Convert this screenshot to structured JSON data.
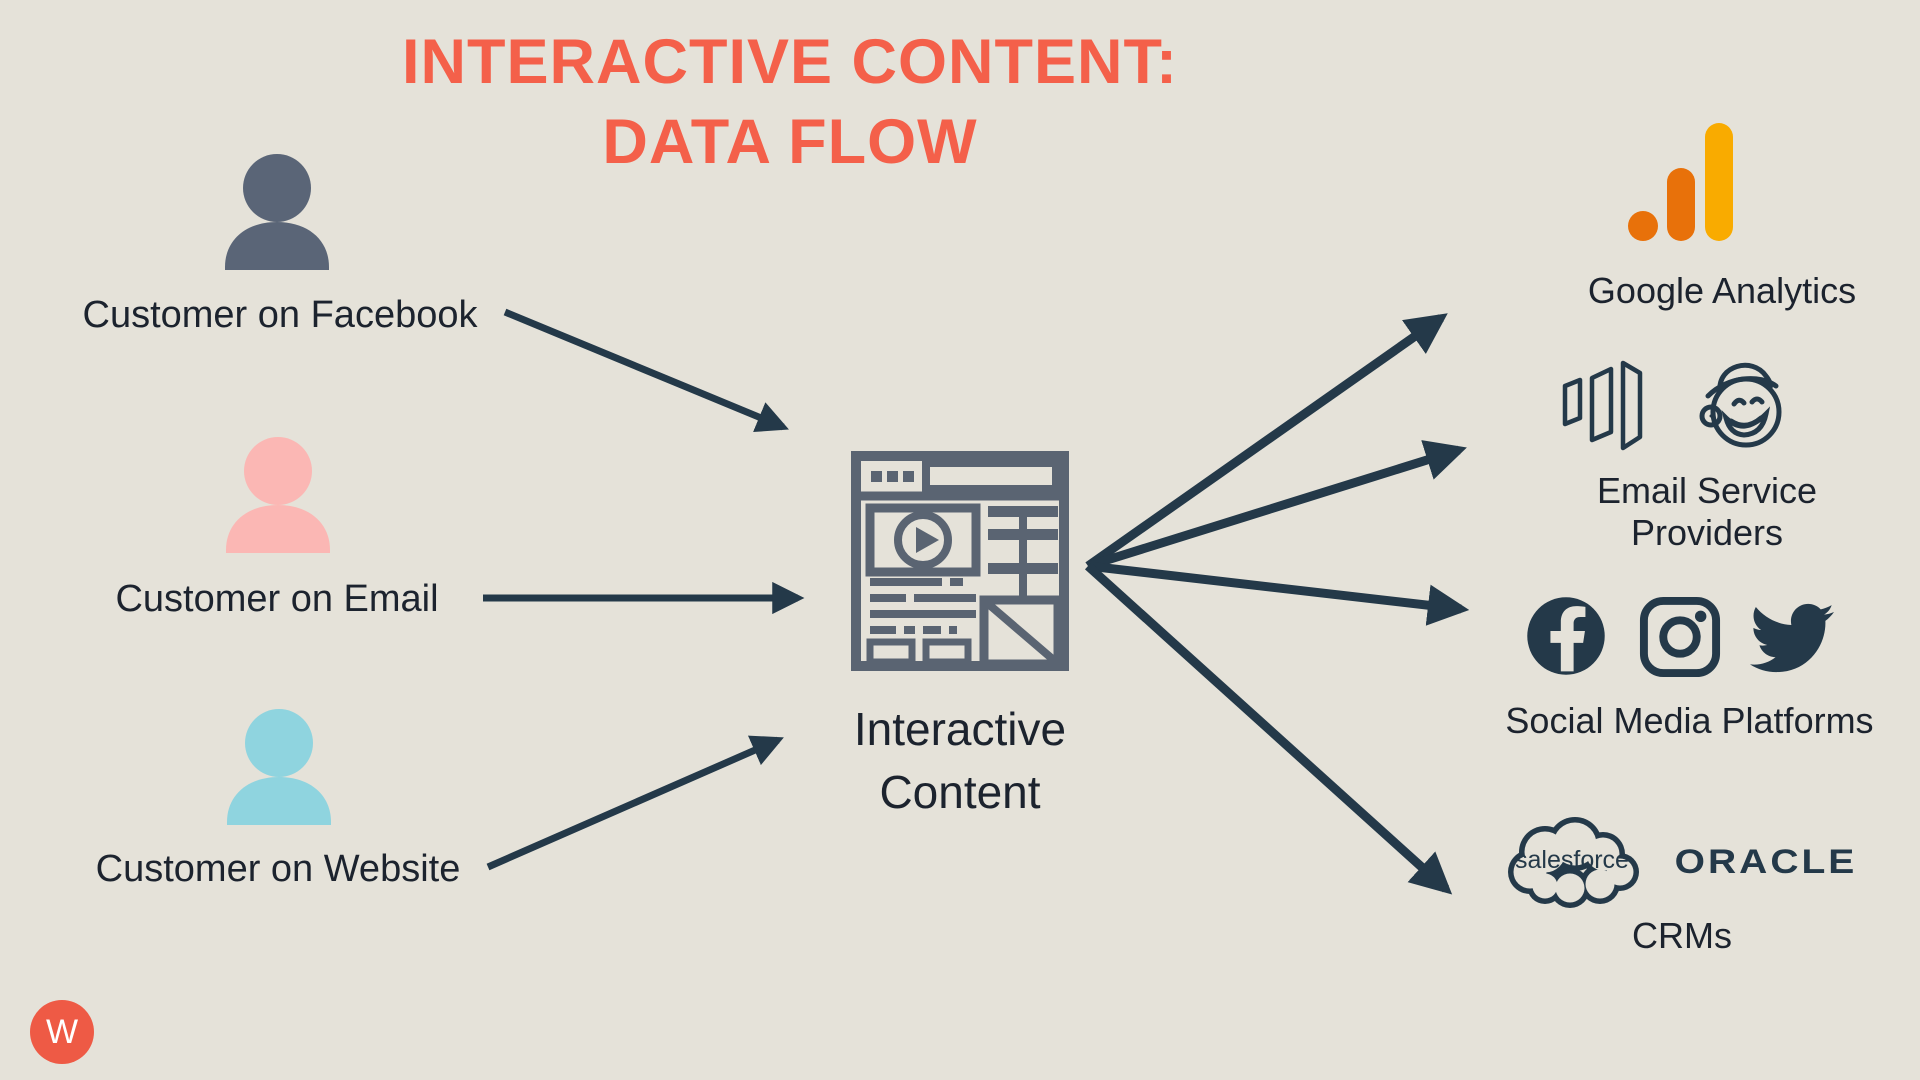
{
  "title": {
    "line1": "INTERACTIVE CONTENT:",
    "line2": "DATA FLOW"
  },
  "sources": [
    {
      "label": "Customer on Facebook",
      "icon": "person-icon",
      "color": "#5A6577"
    },
    {
      "label": "Customer on Email",
      "icon": "person-icon",
      "color": "#FBB7B4"
    },
    {
      "label": "Customer on Website",
      "icon": "person-icon",
      "color": "#8FD4DF"
    }
  ],
  "center": {
    "line1": "Interactive",
    "line2": "Content",
    "icon": "interactive-content-browser-icon"
  },
  "destinations": [
    {
      "label": "Google Analytics",
      "icons": [
        "google-analytics-icon"
      ]
    },
    {
      "label": "Email Service Providers",
      "icons": [
        "marketo-icon",
        "mailchimp-icon"
      ]
    },
    {
      "label": "Social Media Platforms",
      "icons": [
        "facebook-icon",
        "instagram-icon",
        "twitter-icon"
      ]
    },
    {
      "label": "CRMs",
      "icons": [
        "salesforce-icon",
        "oracle-icon"
      ]
    }
  ],
  "logo_text": {
    "salesforce": "salesforce",
    "oracle": "ORACLE"
  },
  "watermark": {
    "letter": "W"
  },
  "colors": {
    "background": "#E5E2D9",
    "title": "#F4604A",
    "arrow_navy": "#243949",
    "icon_slate": "#5A6472",
    "person_gray": "#5A6577",
    "person_pink": "#FBB7B4",
    "person_blue": "#8FD4DF",
    "ga_orange": "#E8710A",
    "ga_amber": "#F9AB00",
    "label_text": "#1C232E",
    "watermark_bg": "#EE5A45"
  }
}
